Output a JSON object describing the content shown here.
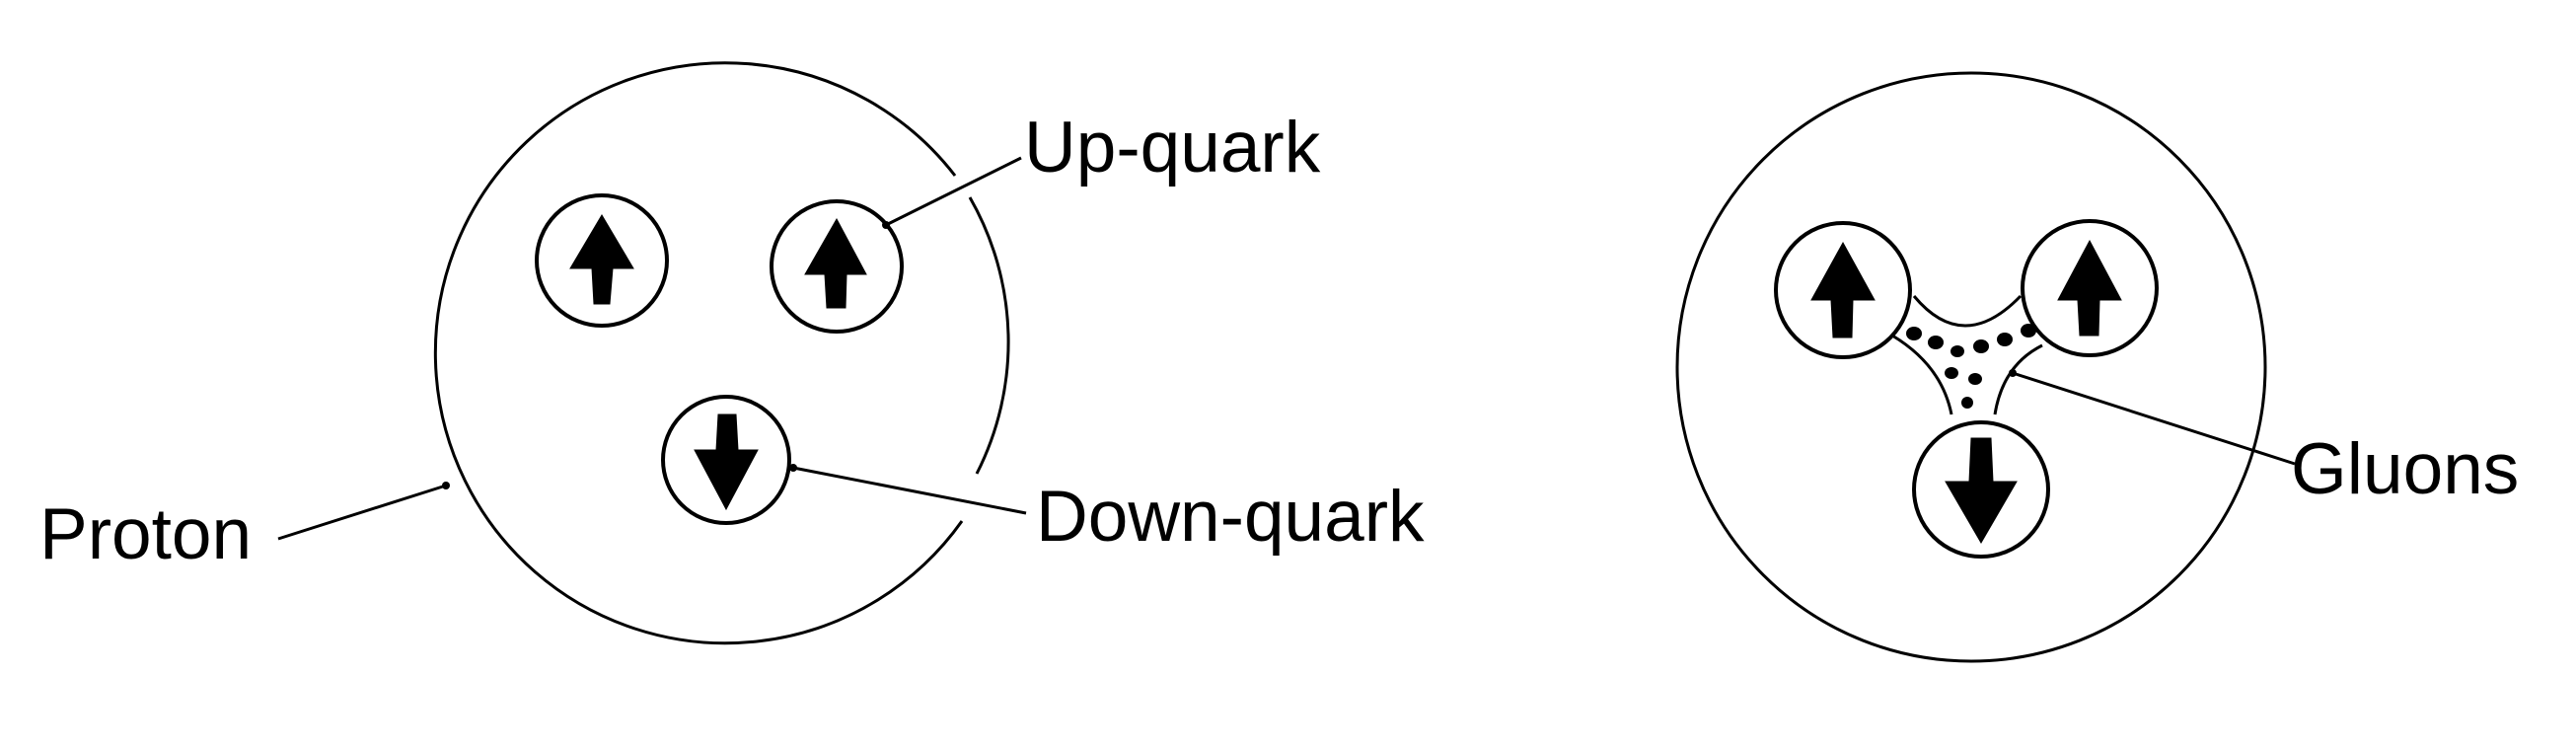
{
  "labels": {
    "up_quark": "Up-quark",
    "down_quark": "Down-quark",
    "proton": "Proton",
    "gluons": "Gluons"
  },
  "colors": {
    "ink": "#000000",
    "background": "#ffffff"
  },
  "icons": {
    "up": "up-arrow-icon",
    "down": "down-arrow-icon"
  }
}
